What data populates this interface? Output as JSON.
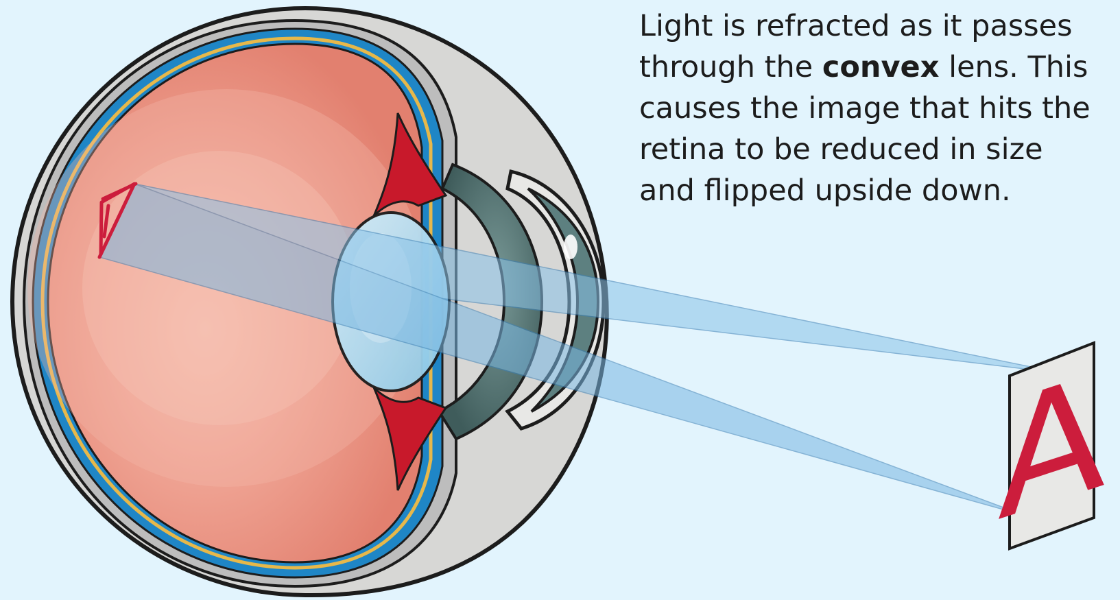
{
  "caption": {
    "lines": [
      [
        "Light is refracted as it passes"
      ],
      [
        "through the ",
        {
          "bold": "convex"
        },
        " lens. This"
      ],
      [
        "causes the image that hits the"
      ],
      [
        "retina to be reduced in size"
      ],
      [
        "and flipped upside down."
      ]
    ]
  },
  "diagram": {
    "object_letter": "A",
    "retina_image_letter": "A",
    "retina_image_orientation": "inverted",
    "colors": {
      "background": "#e2f4fd",
      "letter": "#cc1d3c",
      "light_rays": "#8ac3e8",
      "eye_interior": "#e9897a",
      "choroid": "#1f86c6",
      "retina_line": "#e7b84a",
      "sclera": "#c8c8c8",
      "iris": "#4f6f6e",
      "ciliary_body": "#c8192b",
      "lens": "#a9d8ef"
    }
  }
}
